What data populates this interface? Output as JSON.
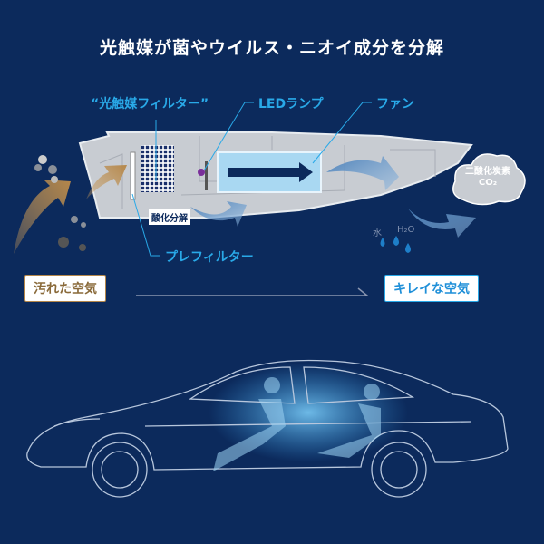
{
  "title": "光触媒が菌やウイルス・ニオイ成分を分解",
  "labels": {
    "photocatalyst_filter": "“光触媒フィルター”",
    "led_lamp": "LEDランプ",
    "fan": "ファン",
    "oxidation": "酸化分解",
    "pre_filter": "プレフィルター",
    "co2_name": "二酸化炭素",
    "co2_formula": "CO₂",
    "water": "水",
    "h2o": "H₂O"
  },
  "dirty_air": "汚れた空気",
  "clean_air": "キレイな空気",
  "colors": {
    "background": "#0c2a5c",
    "accent": "#29a9e8",
    "dirty": "#a0783e",
    "device": "#c8ccd2"
  }
}
